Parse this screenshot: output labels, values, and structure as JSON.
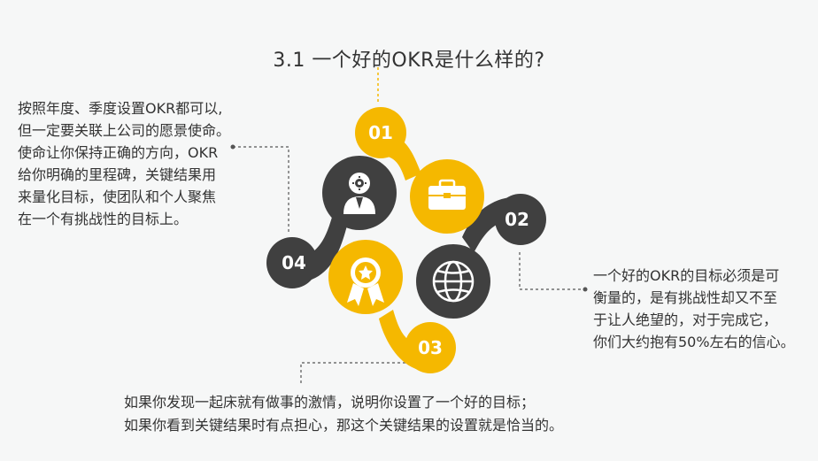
{
  "title": "3.1 一个好的OKR是什么样的?",
  "colors": {
    "accent": "#f5b800",
    "dark": "#404040",
    "text": "#333333",
    "background": "#f6f7f7"
  },
  "nodes": [
    {
      "id": "01",
      "label": "01",
      "icon": "briefcase-icon",
      "color": "#f5b800"
    },
    {
      "id": "02",
      "label": "02",
      "icon": "globe-icon",
      "color": "#404040"
    },
    {
      "id": "03",
      "label": "03",
      "icon": "award-ribbon-icon",
      "color": "#f5b800"
    },
    {
      "id": "04",
      "label": "04",
      "icon": "person-gear-icon",
      "color": "#404040"
    }
  ],
  "callouts": {
    "left": [
      "按照年度、季度设置OKR都可以,",
      "但一定要关联上公司的愿景使命。",
      "使命让你保持正确的方向，OKR",
      "给你明确的里程碑，关键结果用",
      "来量化目标，使团队和个人聚焦",
      "在一个有挑战性的目标上。"
    ],
    "right": [
      "一个好的OKR的目标必须是可",
      "衡量的，是有挑战性却又不至",
      "于让人绝望的，对于完成它，",
      "你们大约抱有50%左右的信心。"
    ],
    "bottom": [
      "如果你发现一起床就有做事的激情，说明你设置了一个好的目标；",
      "如果你看到关键结果时有点担心，那这个关键结果的设置就是恰当的。"
    ]
  }
}
